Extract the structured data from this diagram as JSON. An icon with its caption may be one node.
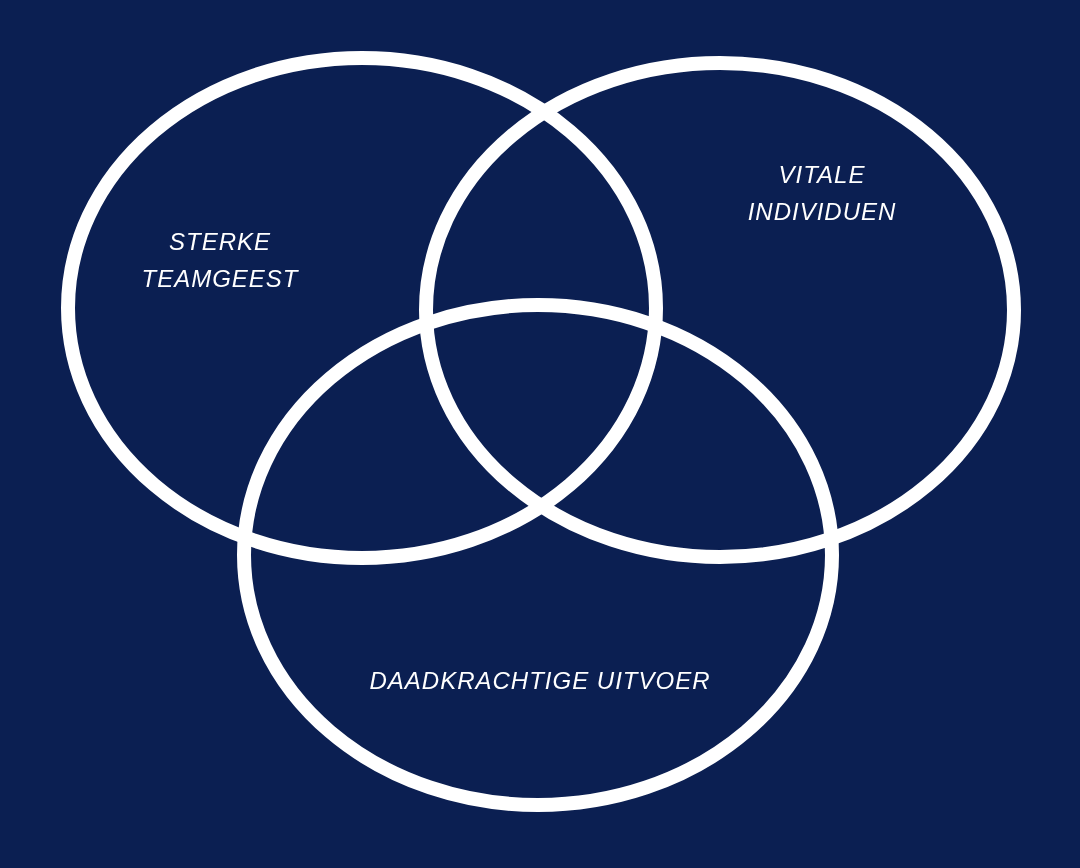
{
  "diagram": {
    "nodes": [
      {
        "text": [
          "STERKE TEAMGEEST"
        ]
      },
      {
        "text": [
          "VITALE INDIVIDUEN"
        ]
      },
      {
        "text": [
          "DAADKRACHTIGE UITVOER"
        ]
      }
    ]
  }
}
